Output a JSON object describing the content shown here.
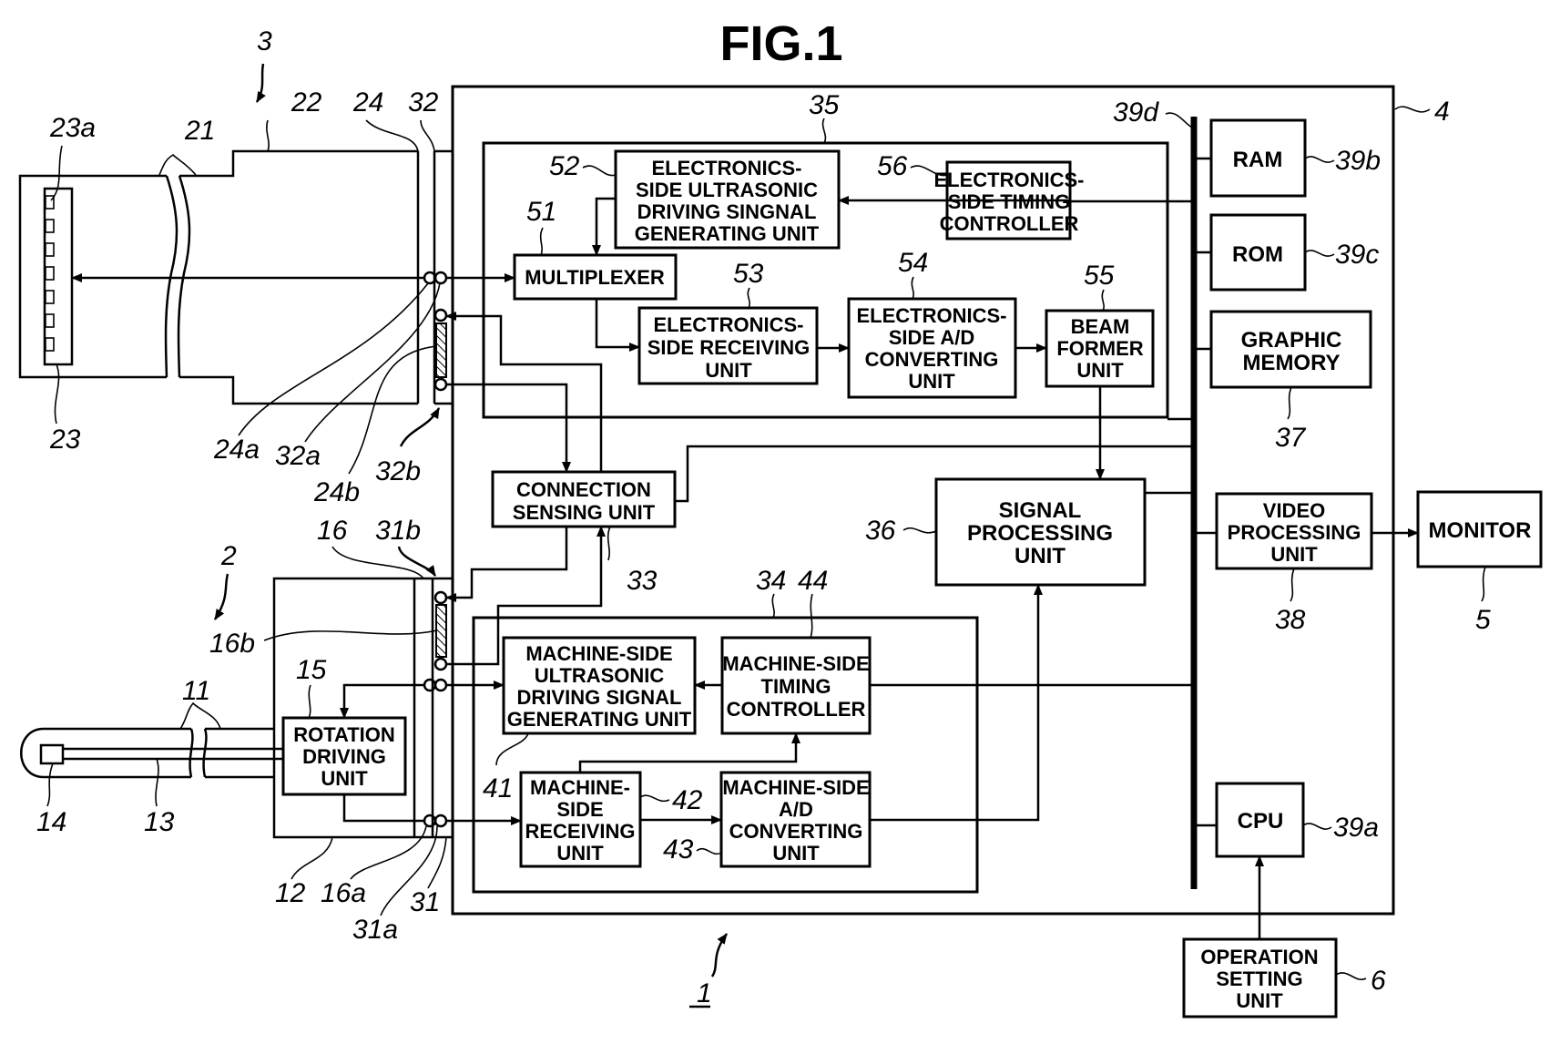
{
  "figure": {
    "title": "FIG.1",
    "system_ref": "1"
  },
  "blocks": {
    "mux": {
      "lines": [
        "MULTIPLEXER"
      ],
      "ref": "51"
    },
    "e_drive": {
      "lines": [
        "ELECTRONICS-",
        "SIDE ULTRASONIC",
        "DRIVING SINGNAL",
        "GENERATING UNIT"
      ],
      "ref": "52"
    },
    "e_recv": {
      "lines": [
        "ELECTRONICS-",
        "SIDE RECEIVING",
        "UNIT"
      ],
      "ref": "53"
    },
    "e_ad": {
      "lines": [
        "ELECTRONICS-",
        "SIDE A/D",
        "CONVERTING",
        "UNIT"
      ],
      "ref": "54"
    },
    "beam": {
      "lines": [
        "BEAM",
        "FORMER",
        "UNIT"
      ],
      "ref": "55"
    },
    "e_timing": {
      "lines": [
        "ELECTRONICS-",
        "SIDE TIMING",
        "CONTROLLER"
      ],
      "ref": "56"
    },
    "conn": {
      "lines": [
        "CONNECTION",
        "SENSING UNIT"
      ],
      "ref": "33"
    },
    "m_drive": {
      "lines": [
        "MACHINE-SIDE",
        "ULTRASONIC",
        "DRIVING SIGNAL",
        "GENERATING UNIT"
      ],
      "ref": "41"
    },
    "m_recv": {
      "lines": [
        "MACHINE-",
        "SIDE",
        "RECEIVING",
        "UNIT"
      ],
      "ref": "42"
    },
    "m_ad": {
      "lines": [
        "MACHINE-SIDE",
        "A/D",
        "CONVERTING",
        "UNIT"
      ],
      "ref": "43"
    },
    "m_timing": {
      "lines": [
        "MACHINE-SIDE",
        "TIMING",
        "CONTROLLER"
      ],
      "ref": "44"
    },
    "sig": {
      "lines": [
        "SIGNAL",
        "PROCESSING",
        "UNIT"
      ],
      "ref": "36"
    },
    "ram": {
      "lines": [
        "RAM"
      ],
      "ref": "39b"
    },
    "rom": {
      "lines": [
        "ROM"
      ],
      "ref": "39c"
    },
    "gmem": {
      "lines": [
        "GRAPHIC",
        "MEMORY"
      ],
      "ref": "37"
    },
    "video": {
      "lines": [
        "VIDEO",
        "PROCESSING",
        "UNIT"
      ],
      "ref": "38"
    },
    "cpu": {
      "lines": [
        "CPU"
      ],
      "ref": "39a"
    },
    "monitor": {
      "lines": [
        "MONITOR"
      ],
      "ref": "5"
    },
    "opset": {
      "lines": [
        "OPERATION",
        "SETTING",
        "UNIT"
      ],
      "ref": "6"
    },
    "rot": {
      "lines": [
        "ROTATION",
        "DRIVING",
        "UNIT"
      ],
      "ref": "15"
    }
  },
  "refs": {
    "main_unit": "4",
    "bus": "39d",
    "electronic_group": "35",
    "machine_group": "34",
    "e_probe": "3",
    "e_probe_cable": "21",
    "e_probe_connector_body": "22",
    "e_transducer": "23",
    "e_element": "23a",
    "e_connector": "24",
    "e_connector_pin_a": "24a",
    "e_connector_pin_b": "24b",
    "e_receptacle": "32",
    "e_receptacle_a": "32a",
    "e_receptacle_b": "32b",
    "m_probe": "2",
    "m_probe_sheath": "11",
    "m_probe_body": "12",
    "m_shaft": "13",
    "m_transducer": "14",
    "m_connector": "16",
    "m_connector_a": "16a",
    "m_connector_b": "16b",
    "m_receptacle": "31",
    "m_receptacle_a": "31a",
    "m_receptacle_b": "31b"
  }
}
